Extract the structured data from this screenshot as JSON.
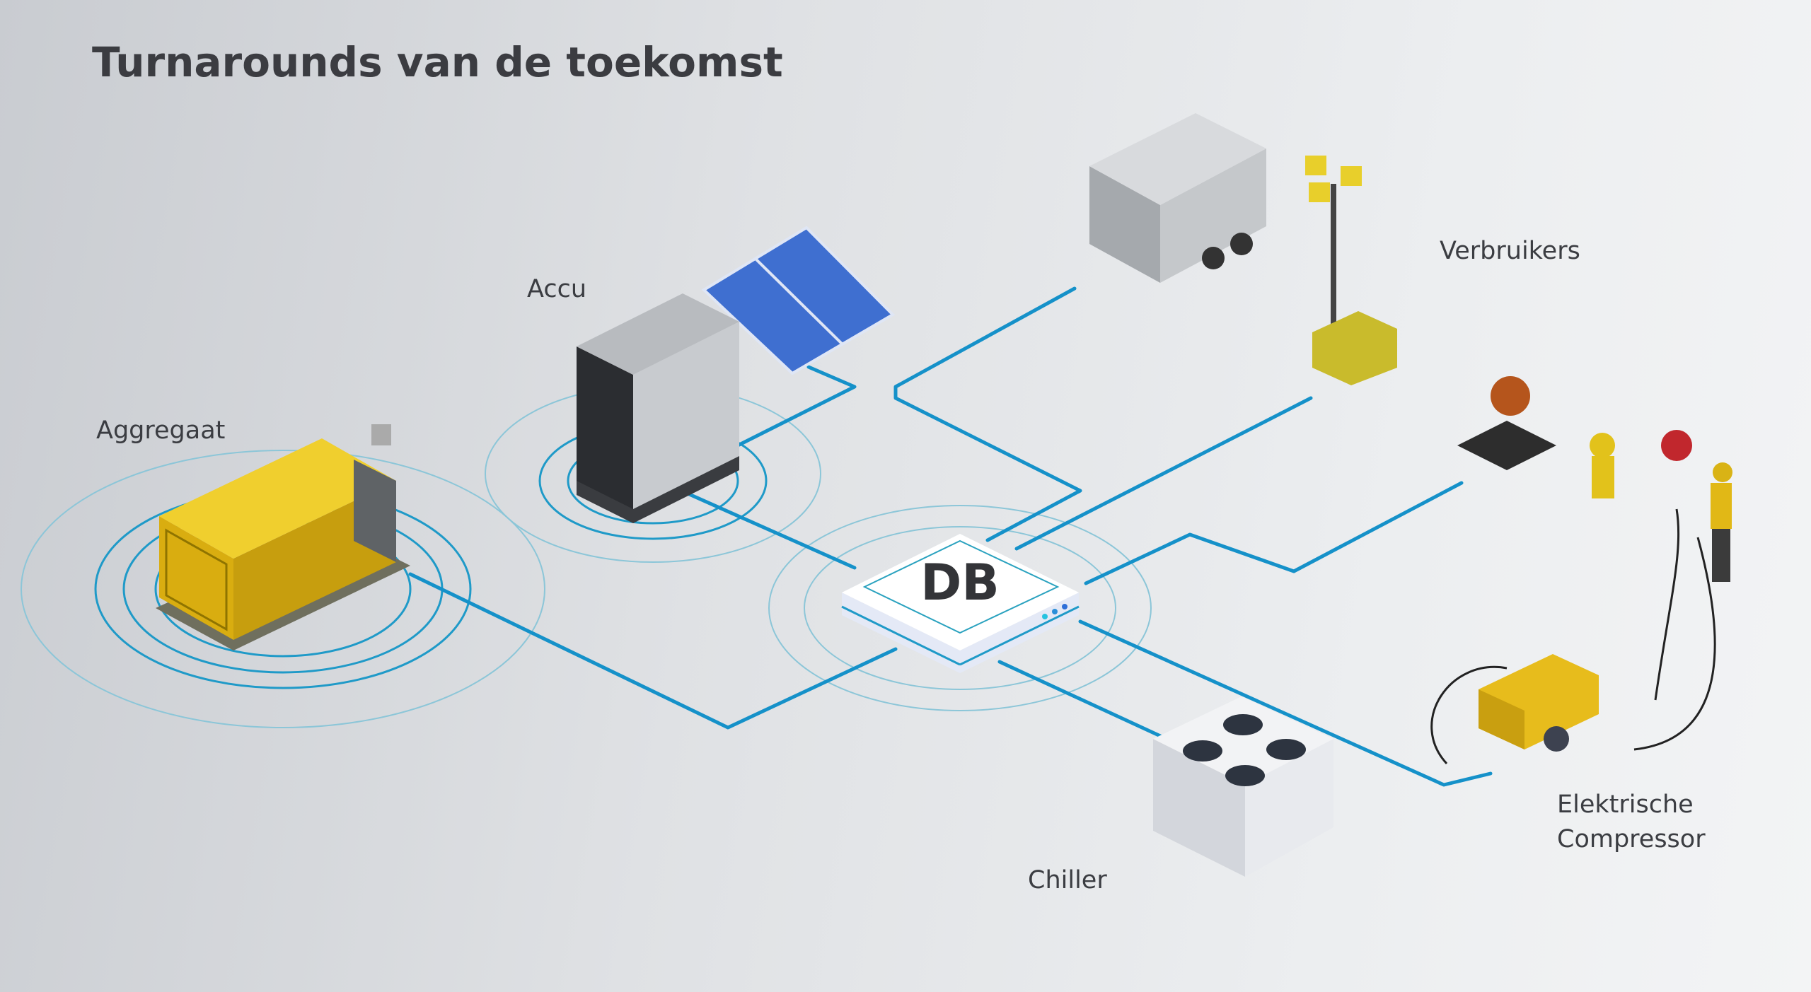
{
  "title": "Turnarounds van de toekomst",
  "labels": {
    "generator": "Aggregaat",
    "battery": "Accu",
    "consumers": "Verbruikers",
    "compressor_line1": "Elektrische",
    "compressor_line2": "Compressor",
    "chiller": "Chiller",
    "hub": "DB"
  },
  "colors": {
    "wire": "#1591c9",
    "generator": "#e9c21a",
    "text": "#3b3d42"
  }
}
